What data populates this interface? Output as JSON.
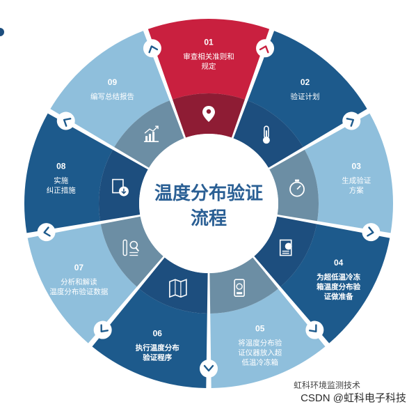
{
  "title_lines": [
    "温度分布验证",
    "流程"
  ],
  "segments": [
    {
      "num": "01",
      "lines": [
        "审查相关准则和",
        "规定"
      ],
      "icon": "location-pin-icon",
      "color": "#c9203f",
      "inner": "#8e1c34",
      "bold": false
    },
    {
      "num": "02",
      "lines": [
        "验证计划"
      ],
      "icon": "thermometer-icon",
      "color": "#1d5a8c",
      "inner": "#1d4e7e",
      "bold": false
    },
    {
      "num": "03",
      "lines": [
        "生成验证",
        "方案"
      ],
      "icon": "stopwatch-icon",
      "color": "#8fbfdc",
      "inner": "#6c8ea4",
      "bold": false
    },
    {
      "num": "04",
      "lines": [
        "为超低温冷冻",
        "箱温度分布验",
        "证做准备"
      ],
      "icon": "document-chart-icon",
      "color": "#1d5a8c",
      "inner": "#1d4e7e",
      "bold": true
    },
    {
      "num": "05",
      "lines": [
        "将温度分布验",
        "证仪器放入超",
        "低温冷冻箱"
      ],
      "icon": "mobile-device-icon",
      "color": "#8fbfdc",
      "inner": "#6c8ea4",
      "bold": false
    },
    {
      "num": "06",
      "lines": [
        "执行温度分布",
        "验证程序"
      ],
      "icon": "map-icon",
      "color": "#1d5a8c",
      "inner": "#1d4e7e",
      "bold": true
    },
    {
      "num": "07",
      "lines": [
        "分析和解读",
        "温度分布验证数据"
      ],
      "icon": "analysis-icon",
      "color": "#8fbfdc",
      "inner": "#6c8ea4",
      "bold": false
    },
    {
      "num": "08",
      "lines": [
        "实施",
        "纠正措施"
      ],
      "icon": "download-document-icon",
      "color": "#1d5a8c",
      "inner": "#1d4e7e",
      "bold": false
    },
    {
      "num": "09",
      "lines": [
        "编写总结报告"
      ],
      "icon": "growth-chart-icon",
      "color": "#8fbfdc",
      "inner": "#6c8ea4",
      "bold": false
    }
  ],
  "watermark": {
    "top": "虹科环境监测技术",
    "bottom": "CSDN @虹科电子科技"
  }
}
